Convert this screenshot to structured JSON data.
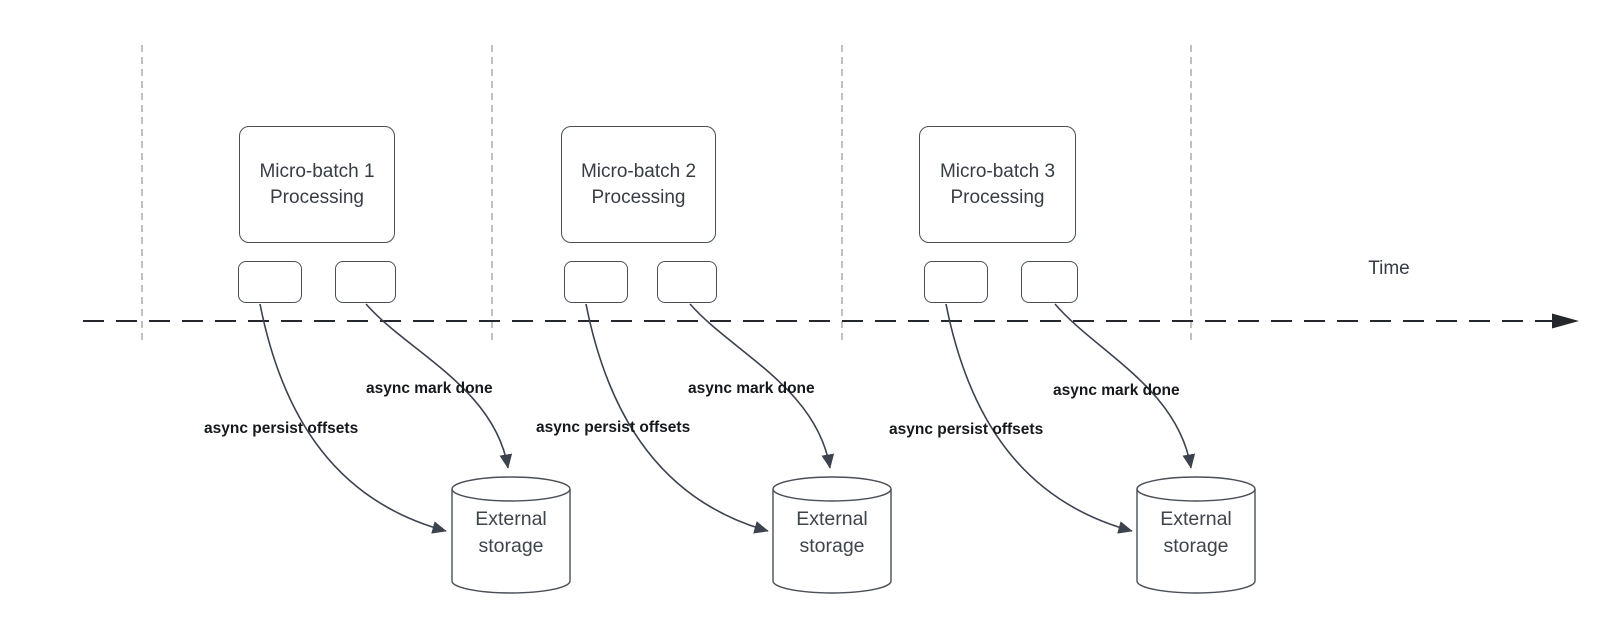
{
  "diagram": {
    "time_label": "Time",
    "groups": [
      {
        "title_line1": "Micro-batch 1",
        "title_line2": "Processing",
        "persist_label": "async persist offsets",
        "done_label": "async mark done",
        "storage_line1": "External",
        "storage_line2": "storage"
      },
      {
        "title_line1": "Micro-batch 2",
        "title_line2": "Processing",
        "persist_label": "async persist offsets",
        "done_label": "async mark done",
        "storage_line1": "External",
        "storage_line2": "storage"
      },
      {
        "title_line1": "Micro-batch 3",
        "title_line2": "Processing",
        "persist_label": "async persist offsets",
        "done_label": "async mark done",
        "storage_line1": "External",
        "storage_line2": "storage"
      }
    ],
    "colors": {
      "background": "#ffffff",
      "timeline": "#24272c",
      "gridline": "#a6a6a6",
      "connector": "#3c434e",
      "shape_border": "#4a4f57",
      "box_text": "#383d45",
      "label_text": "#15181c"
    }
  }
}
